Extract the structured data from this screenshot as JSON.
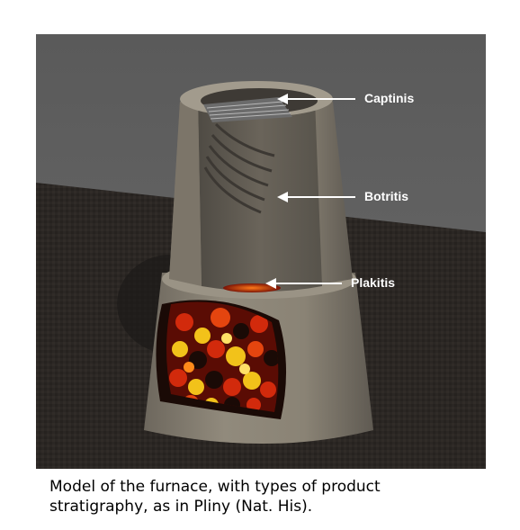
{
  "labels": {
    "captinis": "Captinis",
    "botritis": "Botritis",
    "plakitis": "Plakitis"
  },
  "caption": {
    "line1": "Model of the furnace, with types of product",
    "line2": "stratigraphy, as in Pliny (Nat. His)."
  },
  "colors": {
    "sky": "#5e5e5e",
    "floor": "#2a2623",
    "furnace": "#8a8275",
    "fire_red": "#d22a0c",
    "fire_yellow": "#f2c21a",
    "label_text": "#ffffff"
  }
}
